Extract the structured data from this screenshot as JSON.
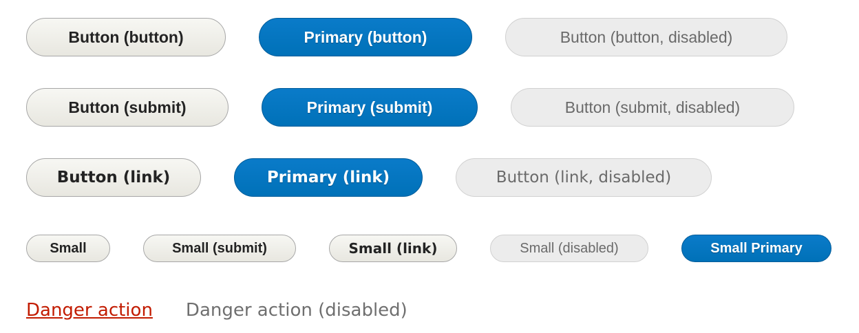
{
  "colors": {
    "primary": "#0071b8",
    "danger": "#c21b00",
    "disabled_text": "#6a6a6a"
  },
  "rows": {
    "button": {
      "default": "Button (button)",
      "primary": "Primary (button)",
      "disabled": "Button (button, disabled)"
    },
    "submit": {
      "default": "Button (submit)",
      "primary": "Primary (submit)",
      "disabled": "Button (submit, disabled)"
    },
    "link": {
      "default": "Button (link)",
      "primary": "Primary (link)",
      "disabled": "Button (link, disabled)"
    },
    "small": {
      "small": "Small",
      "small_submit": "Small (submit)",
      "small_link": "Small (link)",
      "small_disabled": "Small (disabled)",
      "small_primary": "Small Primary"
    },
    "danger": {
      "action": "Danger action",
      "disabled": "Danger action (disabled)"
    }
  }
}
